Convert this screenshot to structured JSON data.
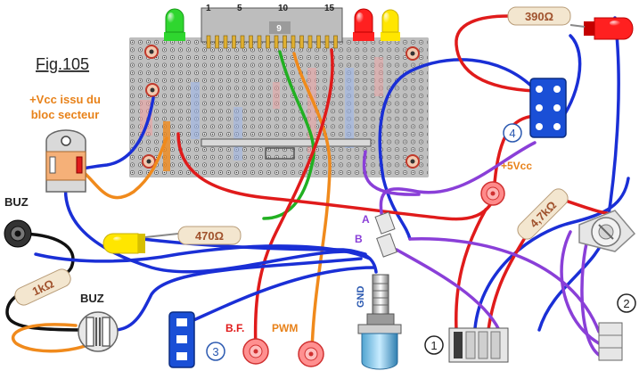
{
  "figure": {
    "title": "Fig.105",
    "vcc_note_line1": "+Vcc issu du",
    "vcc_note_line2": "bloc secteur"
  },
  "board": {
    "header_numbers": [
      "1",
      "5",
      "10",
      "15"
    ],
    "header_marker": "9"
  },
  "labels": {
    "buz_top": "BUZ",
    "buz_bottom": "BUZ",
    "plus5v": "+5Vcc",
    "terminal_a": "A",
    "terminal_b": "B",
    "gnd": "GND",
    "bf": "B.F.",
    "pwm": "PWM"
  },
  "resistors": {
    "r390": "390Ω",
    "r470": "470Ω",
    "r47k": "4,7kΩ",
    "r1k": "1kΩ"
  },
  "connectors": {
    "c1": "1",
    "c2": "2",
    "c3": "3",
    "c4": "4"
  },
  "colors": {
    "wire_red": "#e01b1b",
    "wire_blue": "#1a2fd6",
    "wire_green": "#22b022",
    "wire_orange": "#f08a1c",
    "wire_purple": "#8a3fd8",
    "wire_black": "#111111",
    "label_orange": "#e8821a",
    "label_blue": "#2a58b0",
    "led_green": "#2fd62f",
    "led_red": "#ff2020",
    "led_yellow": "#ffe600",
    "resistor_body": "#f3e6cf",
    "resistor_text": "#a0522d"
  }
}
